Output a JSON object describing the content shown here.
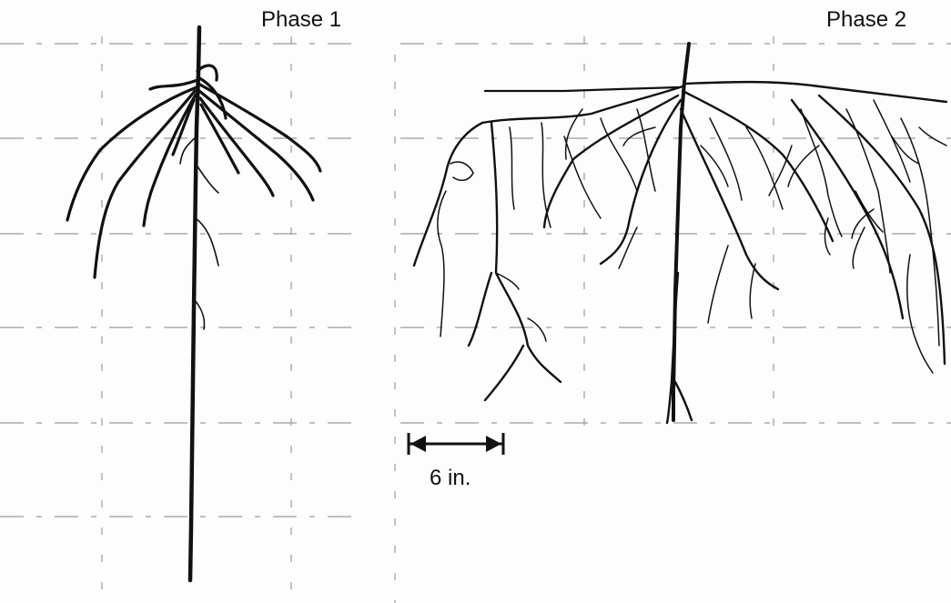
{
  "panels": [
    {
      "title": "Phase 1"
    },
    {
      "title": "Phase 2"
    }
  ],
  "scale_bar": {
    "label": "6 in."
  },
  "colors": {
    "ink": "#111111",
    "grid": "#9a9a9a",
    "background": "#fdfdfd"
  }
}
